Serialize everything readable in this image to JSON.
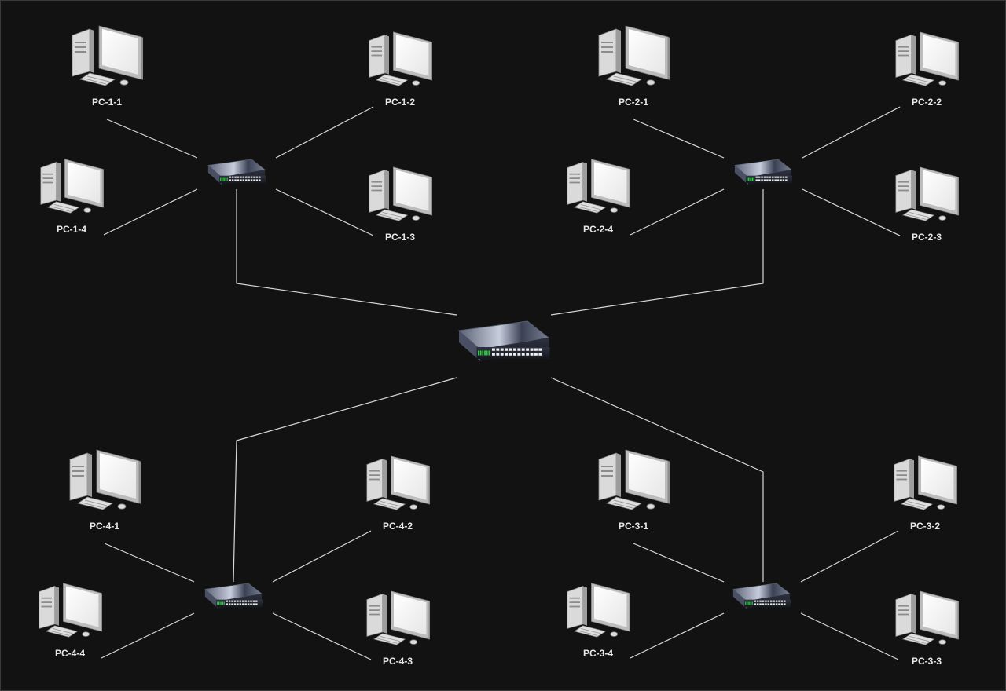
{
  "diagram": {
    "background": "#121212",
    "link_color": "#d8d8d8",
    "icons": {
      "pc": "desktop-computer-icon",
      "switch": "network-switch-icon",
      "core": "core-switch-icon"
    },
    "core_switch": {
      "name": "core-switch"
    },
    "groups": [
      {
        "id": "1",
        "switch": "switch-1",
        "pcs": [
          "PC-1-1",
          "PC-1-2",
          "PC-1-3",
          "PC-1-4"
        ]
      },
      {
        "id": "2",
        "switch": "switch-2",
        "pcs": [
          "PC-2-1",
          "PC-2-2",
          "PC-2-3",
          "PC-2-4"
        ]
      },
      {
        "id": "3",
        "switch": "switch-3",
        "pcs": [
          "PC-3-1",
          "PC-3-2",
          "PC-3-3",
          "PC-3-4"
        ]
      },
      {
        "id": "4",
        "switch": "switch-4",
        "pcs": [
          "PC-4-1",
          "PC-4-2",
          "PC-4-3",
          "PC-4-4"
        ]
      }
    ]
  }
}
